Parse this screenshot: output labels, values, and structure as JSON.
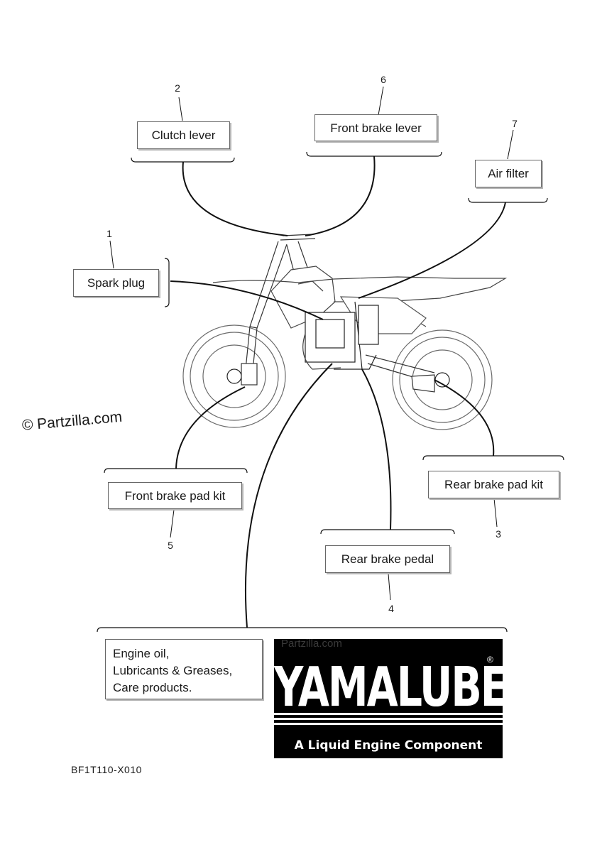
{
  "parts": [
    {
      "number": "1",
      "label": "Spark plug"
    },
    {
      "number": "2",
      "label": "Clutch lever"
    },
    {
      "number": "3",
      "label": "Rear brake pad kit"
    },
    {
      "number": "4",
      "label": "Rear brake pedal"
    },
    {
      "number": "5",
      "label": "Front brake pad kit"
    },
    {
      "number": "6",
      "label": "Front brake lever"
    },
    {
      "number": "7",
      "label": "Air filter"
    }
  ],
  "watermark": "© Partzilla.com",
  "info_lines": [
    "Engine oil,",
    "Lubricants & Greases,",
    "Care products."
  ],
  "logo": {
    "word": "YAMALUBE",
    "registered": "®",
    "tagline": "A Liquid Engine Component",
    "watermark": "Partzilla.com"
  },
  "diagram_code": "BF1T110-X010"
}
